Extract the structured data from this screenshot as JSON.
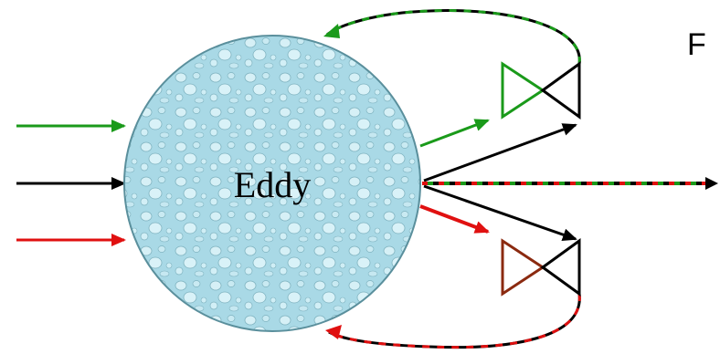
{
  "diagram": {
    "eddy_label": "Eddy",
    "corner_label": "F",
    "colors": {
      "green": "#1a9a1a",
      "black": "#000000",
      "red": "#e01010",
      "dark_red": "#8b2a10",
      "water_fill": "#a9d9e6",
      "water_edge": "#5a8f9c"
    },
    "inputs": [
      "green",
      "black",
      "red"
    ],
    "valves": [
      {
        "id": "upper",
        "triangle_color": "green"
      },
      {
        "id": "lower",
        "triangle_color": "dark_red"
      }
    ],
    "output_stream": "mixed"
  }
}
